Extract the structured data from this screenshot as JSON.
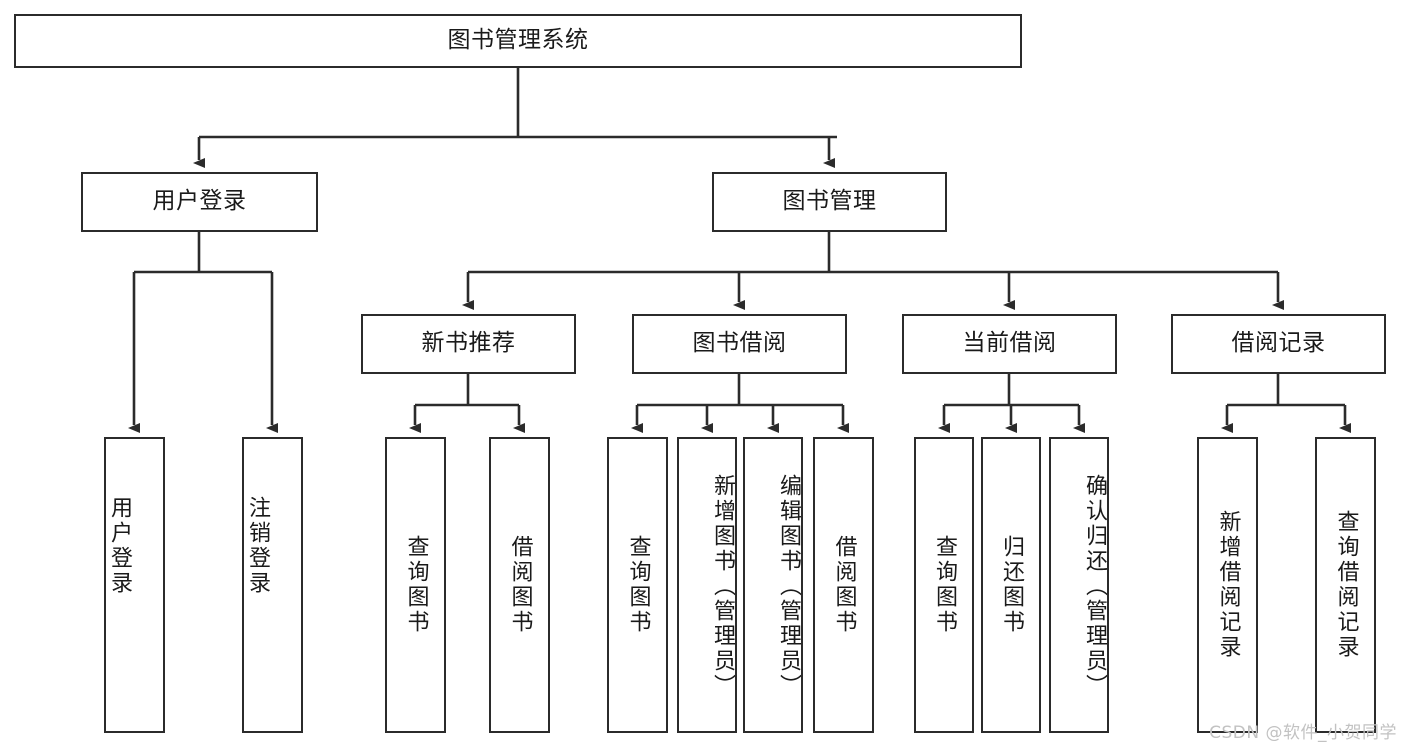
{
  "diagram": {
    "type": "tree-hierarchy",
    "title": "图书管理系统",
    "root": {
      "id": "root",
      "label": "图书管理系统"
    },
    "level2": [
      {
        "id": "user-login",
        "label": "用户登录"
      },
      {
        "id": "book-manage",
        "label": "图书管理"
      }
    ],
    "level3": [
      {
        "id": "new-book-recommend",
        "label": "新书推荐",
        "parent": "book-manage"
      },
      {
        "id": "book-borrow",
        "label": "图书借阅",
        "parent": "book-manage"
      },
      {
        "id": "current-borrow",
        "label": "当前借阅",
        "parent": "book-manage"
      },
      {
        "id": "borrow-record",
        "label": "借阅记录",
        "parent": "book-manage"
      }
    ],
    "leaves": [
      {
        "id": "leaf-user-login",
        "label": "用户登录",
        "parent": "user-login"
      },
      {
        "id": "leaf-logout-login",
        "label": "注销登录",
        "parent": "user-login"
      },
      {
        "id": "leaf-query-book-1",
        "label": "查询图书",
        "parent": "new-book-recommend"
      },
      {
        "id": "leaf-borrow-book-1",
        "label": "借阅图书",
        "parent": "new-book-recommend"
      },
      {
        "id": "leaf-query-book-2",
        "label": "查询图书",
        "parent": "book-borrow"
      },
      {
        "id": "leaf-add-book",
        "label": "新增图书（管理员）",
        "parent": "book-borrow"
      },
      {
        "id": "leaf-edit-book",
        "label": "编辑图书（管理员）",
        "parent": "book-borrow"
      },
      {
        "id": "leaf-borrow-book-2",
        "label": "借阅图书",
        "parent": "book-borrow"
      },
      {
        "id": "leaf-query-book-3",
        "label": "查询图书",
        "parent": "current-borrow"
      },
      {
        "id": "leaf-return-book",
        "label": "归还图书",
        "parent": "current-borrow"
      },
      {
        "id": "leaf-confirm-return",
        "label": "确认归还（管理员）",
        "parent": "current-borrow"
      },
      {
        "id": "leaf-add-record",
        "label": "新增借阅记录",
        "parent": "borrow-record"
      },
      {
        "id": "leaf-query-record",
        "label": "查询借阅记录",
        "parent": "borrow-record"
      }
    ],
    "colors": {
      "stroke": "#2b2b2b",
      "fill": "#ffffff",
      "text": "#1a1a1a",
      "watermark": "#c2c2c2"
    }
  },
  "watermark": {
    "text": "CSDN @软件_小贺同学"
  }
}
